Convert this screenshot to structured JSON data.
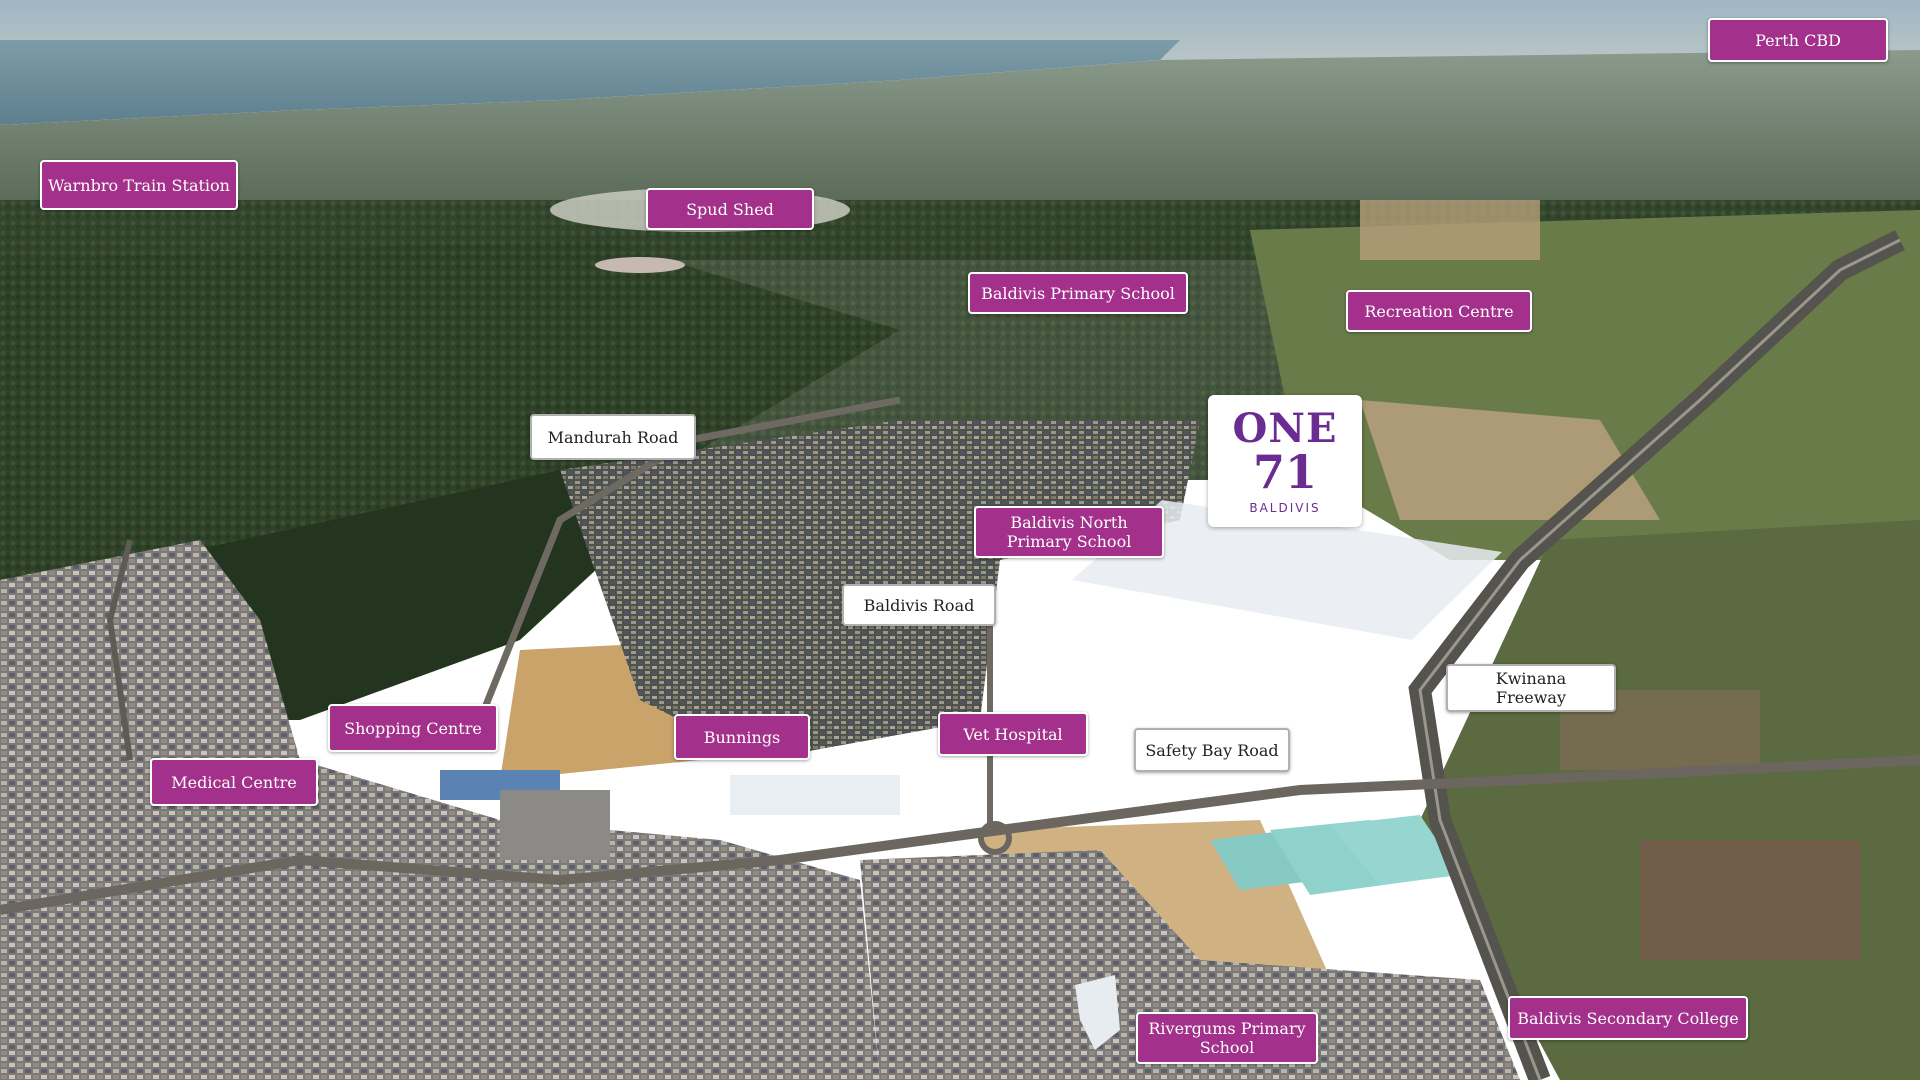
{
  "labels": {
    "perth_cbd": "Perth CBD",
    "warnbro_train_station": "Warnbro Train Station",
    "spud_shed": "Spud Shed",
    "baldivis_primary_school": "Baldivis Primary School",
    "recreation_centre": "Recreation Centre",
    "mandurah_road": "Mandurah Road",
    "baldivis_north_primary_school_line1": "Baldivis North",
    "baldivis_north_primary_school_line2": "Primary School",
    "baldivis_road": "Baldivis Road",
    "kwinana_freeway_line1": "Kwinana",
    "kwinana_freeway_line2": "Freeway",
    "shopping_centre": "Shopping Centre",
    "bunnings": "Bunnings",
    "vet_hospital": "Vet Hospital",
    "safety_bay_road": "Safety Bay Road",
    "medical_centre": "Medical Centre",
    "rivergums_primary_school_line1": "Rivergums Primary",
    "rivergums_primary_school_line2": "School",
    "baldivis_secondary_college": "Baldivis Secondary College"
  },
  "logo": {
    "word": "ONE",
    "number": "71",
    "place": "BALDIVIS"
  },
  "colors": {
    "label_magenta": "#a3308a",
    "label_white": "#ffffff",
    "logo_purple": "#6a2c91"
  }
}
